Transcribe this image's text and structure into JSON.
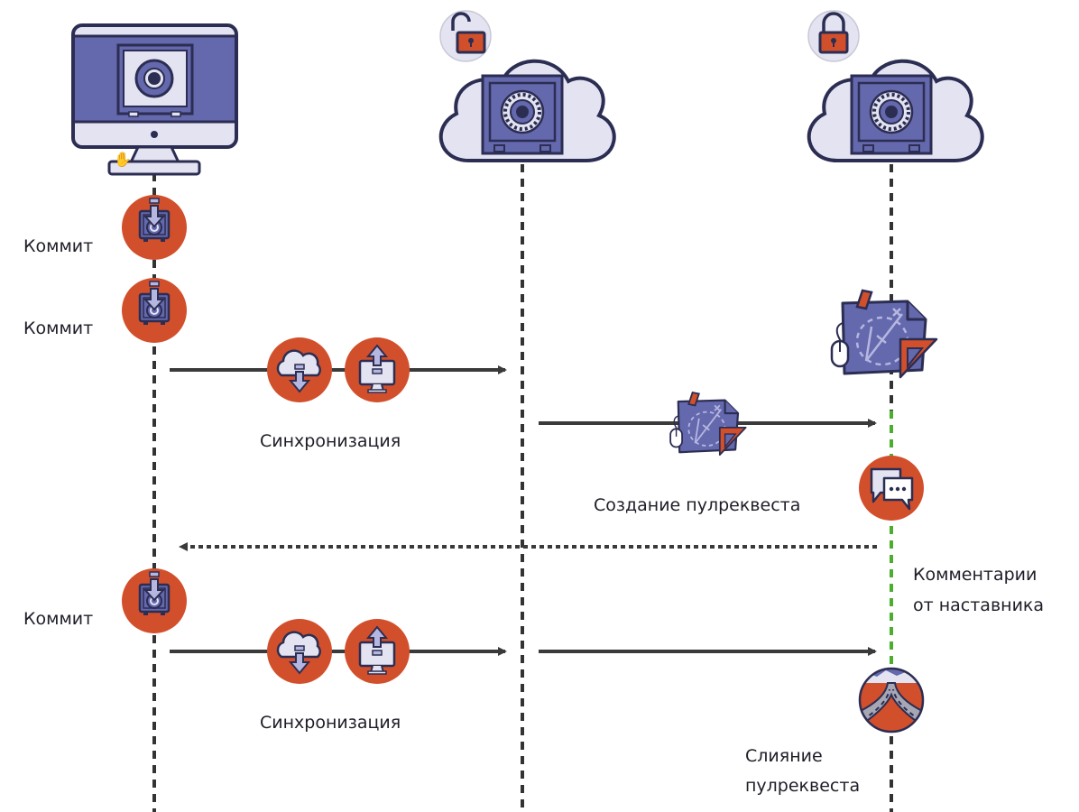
{
  "diagram": {
    "title": "",
    "colors": {
      "navy": "#2b2d52",
      "purple": "#6468ad",
      "lavender": "#e3e3f1",
      "orange": "#d24f2c",
      "arrow": "#3a3a3a",
      "green": "#4cae2c"
    },
    "lanes": [
      {
        "id": "local",
        "name": "local-computer",
        "icon": "computer-safe-icon"
      },
      {
        "id": "fork",
        "name": "cloud-repo-unlocked",
        "icon": "cloud-safe-icon",
        "lock": "unlocked-lock-icon"
      },
      {
        "id": "upstream",
        "name": "cloud-repo-locked",
        "icon": "cloud-safe-icon",
        "lock": "locked-lock-icon"
      }
    ],
    "labels": {
      "commit_1": "Коммит",
      "commit_2": "Коммит",
      "commit_3": "Коммит",
      "sync_1": "Синхронизация",
      "sync_2": "Синхронизация",
      "create_pr": "Создание пулреквеста",
      "mentor_comments_line1": "Комментарии",
      "mentor_comments_line2": "от наставника",
      "merge_line1": "Слияние",
      "merge_line2": "пулреквеста"
    },
    "steps": [
      {
        "type": "commit",
        "lane": "local",
        "icon": "commit-safe-icon"
      },
      {
        "type": "commit",
        "lane": "local",
        "icon": "commit-safe-icon"
      },
      {
        "type": "sync",
        "from": "local",
        "to": "fork",
        "icons": [
          "cloud-download-icon",
          "computer-upload-icon"
        ]
      },
      {
        "type": "pull-request",
        "from": "fork",
        "to": "upstream",
        "icon": "blueprint-icon"
      },
      {
        "type": "comments",
        "lane": "upstream",
        "icon": "chat-bubbles-icon"
      },
      {
        "type": "feedback",
        "from": "upstream",
        "to": "local",
        "style": "dotted"
      },
      {
        "type": "commit",
        "lane": "local",
        "icon": "commit-safe-icon"
      },
      {
        "type": "sync",
        "from": "local",
        "to": "fork",
        "icons": [
          "cloud-download-icon",
          "computer-upload-icon"
        ]
      },
      {
        "type": "push",
        "from": "fork",
        "to": "upstream"
      },
      {
        "type": "merge",
        "lane": "upstream",
        "icon": "road-merge-icon"
      }
    ]
  }
}
